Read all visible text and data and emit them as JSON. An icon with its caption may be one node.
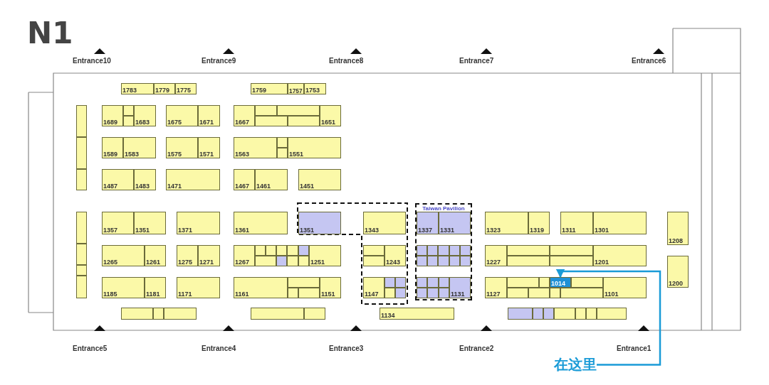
{
  "diagram": {
    "nodes": [
      {
        "text": [
          "1783"
        ]
      },
      {
        "text": [
          "1779"
        ]
      },
      {
        "text": [
          "1775"
        ]
      },
      {
        "text": [
          "1759"
        ]
      },
      {
        "text": [
          "1757"
        ]
      },
      {
        "text": [
          "1753"
        ]
      },
      {
        "text": [],
        "shape": "box"
      },
      {
        "text": [],
        "shape": "box"
      },
      {
        "text": [],
        "shape": "box"
      },
      {
        "text": [
          "1689"
        ]
      },
      {
        "text": [],
        "shape": "box"
      },
      {
        "text": [],
        "shape": "box"
      },
      {
        "text": [
          "1683"
        ]
      },
      {
        "text": [
          "1675"
        ]
      },
      {
        "text": [
          "1671"
        ]
      },
      {
        "text": [
          "1667"
        ]
      },
      {
        "text": [],
        "shape": "box"
      },
      {
        "text": [],
        "shape": "box"
      },
      {
        "text": [],
        "shape": "box"
      },
      {
        "text": [],
        "shape": "box"
      },
      {
        "text": [
          "1651"
        ]
      },
      {
        "text": [
          "1589"
        ]
      },
      {
        "text": [
          "1583"
        ]
      },
      {
        "text": [
          "1575"
        ]
      },
      {
        "text": [
          "1571"
        ]
      },
      {
        "text": [
          "1563"
        ]
      },
      {
        "text": [],
        "shape": "box"
      },
      {
        "text": [],
        "shape": "box"
      },
      {
        "text": [
          "1551"
        ]
      },
      {
        "text": [
          "1487"
        ]
      },
      {
        "text": [
          "1483"
        ]
      },
      {
        "text": [
          "1471"
        ]
      },
      {
        "text": [
          "1467"
        ]
      },
      {
        "text": [
          "1461"
        ]
      },
      {
        "text": [
          "1451"
        ]
      },
      {
        "text": [],
        "shape": "box"
      },
      {
        "text": [],
        "shape": "box"
      },
      {
        "text": [],
        "shape": "box"
      },
      {
        "text": [],
        "shape": "box"
      },
      {
        "text": [
          "1357"
        ]
      },
      {
        "text": [
          "1351"
        ]
      },
      {
        "text": [
          "1371"
        ]
      },
      {
        "text": [
          "1361"
        ]
      },
      {
        "text": [
          "1351"
        ]
      },
      {
        "text": [
          "1343"
        ]
      },
      {
        "text": [
          "Taiwan Pavilion"
        ]
      },
      {
        "text": [
          "1337"
        ],
        "in": 45
      },
      {
        "text": [
          "1331"
        ],
        "in": 45
      },
      {
        "text": [
          "1323"
        ]
      },
      {
        "text": [
          "1319"
        ]
      },
      {
        "text": [
          "1311"
        ]
      },
      {
        "text": [
          "1301"
        ]
      },
      {
        "text": [
          "1208"
        ]
      },
      {
        "text": [
          "1265"
        ]
      },
      {
        "text": [
          "1261"
        ]
      },
      {
        "text": [
          "1275"
        ]
      },
      {
        "text": [
          "1271"
        ]
      },
      {
        "text": [
          "1267"
        ]
      },
      {
        "text": [],
        "shape": "box"
      },
      {
        "text": [],
        "shape": "box"
      },
      {
        "text": [],
        "shape": "box"
      },
      {
        "text": [],
        "shape": "box"
      },
      {
        "text": [],
        "shape": "box"
      },
      {
        "text": [],
        "shape": "box"
      },
      {
        "text": [],
        "shape": "box"
      },
      {
        "text": [],
        "shape": "box"
      },
      {
        "text": [],
        "shape": "box"
      },
      {
        "text": [
          "1251"
        ]
      },
      {
        "text": [],
        "shape": "box"
      },
      {
        "text": [],
        "shape": "box"
      },
      {
        "text": [
          "1243"
        ]
      },
      {
        "text": [],
        "shape": "box",
        "in": 45
      },
      {
        "text": [],
        "shape": "box",
        "in": 45
      },
      {
        "text": [],
        "shape": "box",
        "in": 45
      },
      {
        "text": [],
        "shape": "box",
        "in": 45
      },
      {
        "text": [],
        "shape": "box",
        "in": 45
      },
      {
        "text": [],
        "shape": "box",
        "in": 45
      },
      {
        "text": [],
        "shape": "box",
        "in": 45
      },
      {
        "text": [],
        "shape": "box",
        "in": 45
      },
      {
        "text": [],
        "shape": "box",
        "in": 45
      },
      {
        "text": [],
        "shape": "box",
        "in": 45
      },
      {
        "text": [
          "1227"
        ]
      },
      {
        "text": [],
        "shape": "box"
      },
      {
        "text": [],
        "shape": "box"
      },
      {
        "text": [],
        "shape": "box"
      },
      {
        "text": [],
        "shape": "box"
      },
      {
        "text": [
          "1201"
        ]
      },
      {
        "text": [
          "1200"
        ]
      },
      {
        "text": [
          "1185"
        ]
      },
      {
        "text": [
          "1181"
        ]
      },
      {
        "text": [
          "1171"
        ]
      },
      {
        "text": [
          "1161"
        ]
      },
      {
        "text": [],
        "shape": "box"
      },
      {
        "text": [],
        "shape": "box"
      },
      {
        "text": [],
        "shape": "box"
      },
      {
        "text": [
          "1151"
        ]
      },
      {
        "text": [
          "1147"
        ]
      },
      {
        "text": [],
        "shape": "box"
      },
      {
        "text": [],
        "shape": "box"
      },
      {
        "text": [],
        "shape": "box"
      },
      {
        "text": [],
        "shape": "box"
      },
      {
        "text": [],
        "shape": "box",
        "in": 45
      },
      {
        "text": [],
        "shape": "box",
        "in": 45
      },
      {
        "text": [],
        "shape": "box",
        "in": 45
      },
      {
        "text": [],
        "shape": "box",
        "in": 45
      },
      {
        "text": [],
        "shape": "box",
        "in": 45
      },
      {
        "text": [],
        "shape": "box",
        "in": 45
      },
      {
        "text": [
          "1131"
        ],
        "in": 45
      },
      {
        "text": [
          "1127"
        ]
      },
      {
        "text": [],
        "shape": "box"
      },
      {
        "text": [],
        "shape": "box"
      },
      {
        "text": [
          "1014"
        ]
      },
      {
        "text": [],
        "shape": "box"
      },
      {
        "text": [],
        "shape": "box"
      },
      {
        "text": [],
        "shape": "box"
      },
      {
        "text": [],
        "shape": "box"
      },
      {
        "text": [],
        "shape": "box"
      },
      {
        "text": [
          "1101"
        ]
      },
      {
        "text": [],
        "shape": "box"
      },
      {
        "text": [],
        "shape": "box"
      },
      {
        "text": [],
        "shape": "box"
      },
      {
        "text": [],
        "shape": "box"
      },
      {
        "text": [],
        "shape": "box"
      },
      {
        "text": [
          "1134"
        ]
      },
      {
        "text": [],
        "shape": "box"
      },
      {
        "text": [],
        "shape": "box"
      },
      {
        "text": [],
        "shape": "box"
      },
      {
        "text": [],
        "shape": "box"
      },
      {
        "text": [],
        "shape": "box"
      },
      {
        "text": [],
        "shape": "box"
      },
      {
        "text": [],
        "shape": "box"
      },
      {
        "text": [
          "在这里"
        ]
      }
    ],
    "edges": [
      {
        "from": 131,
        "to": 111,
        "arrow": "to"
      }
    ],
    "labels": [
      "N1",
      "Entrance10",
      "Entrance9",
      "Entrance8",
      "Entrance7",
      "Entrance6",
      "Entrance5",
      "Entrance4",
      "Entrance3",
      "Entrance2",
      "Entrance1"
    ]
  }
}
